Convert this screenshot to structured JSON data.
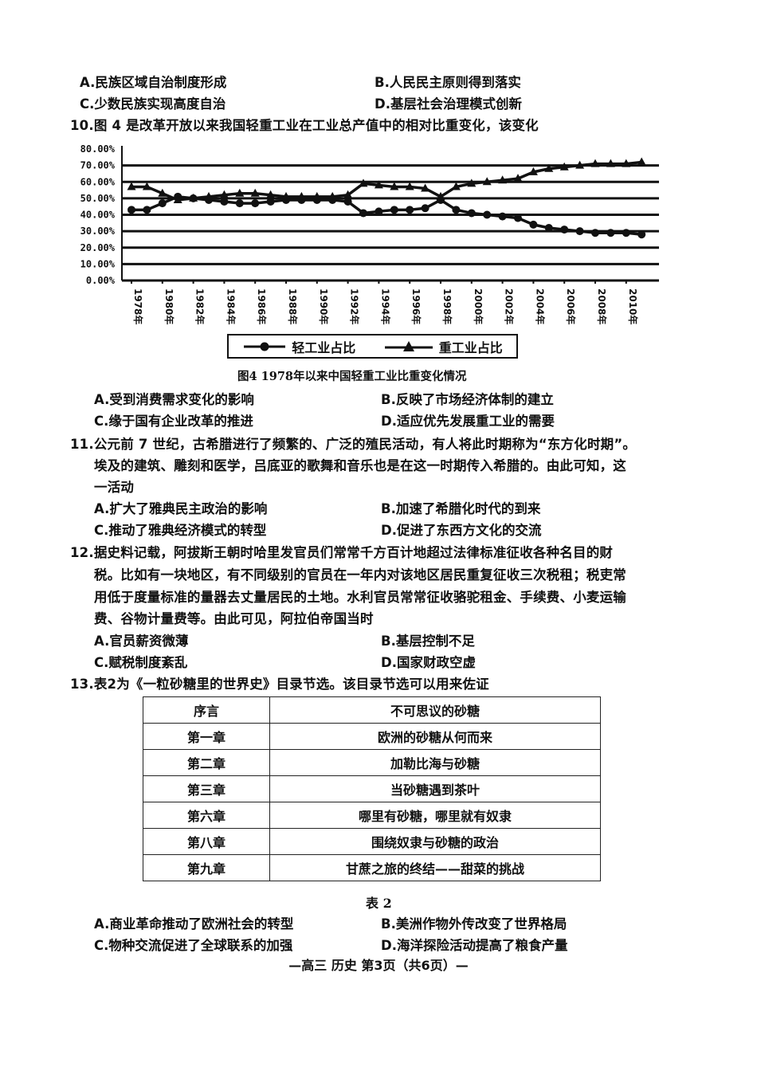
{
  "q9_options": {
    "A": "A.民族区域自治制度形成",
    "B": "B.人民民主原则得到落实",
    "C": "C.少数民族实现高度自治",
    "D": "D.基层社会治理模式创新"
  },
  "q10": {
    "stem": "10.图 4 是改革开放以来我国轻重工业在工业总产值中的相对比重变化，该变化",
    "figure_caption": "图4  1978年以来中国轻重工业比重变化情况",
    "legend": {
      "light": "轻工业占比",
      "heavy": "重工业占比"
    },
    "options": {
      "A": "A.受到消费需求变化的影响",
      "B": "B.反映了市场经济体制的建立",
      "C": "C.缘于国有企业改革的推进",
      "D": "D.适应优先发展重工业的需要"
    }
  },
  "chart_data": {
    "type": "line",
    "title": "图4  1978年以来中国轻重工业比重变化情况",
    "xlabel": "",
    "ylabel": "",
    "ylim": [
      0,
      80
    ],
    "y_ticks": [
      "0.00%",
      "10.00%",
      "20.00%",
      "30.00%",
      "40.00%",
      "50.00%",
      "60.00%",
      "70.00%",
      "80.00%"
    ],
    "x_tick_labels": [
      "1978年",
      "1980年",
      "1982年",
      "1984年",
      "1986年",
      "1988年",
      "1990年",
      "1992年",
      "1994年",
      "1996年",
      "1998年",
      "2000年",
      "2002年",
      "2004年",
      "2006年",
      "2008年",
      "2010年"
    ],
    "grid": true,
    "legend_position": "bottom",
    "x": [
      1978,
      1979,
      1980,
      1981,
      1982,
      1983,
      1984,
      1985,
      1986,
      1987,
      1988,
      1989,
      1990,
      1991,
      1992,
      1993,
      1994,
      1995,
      1996,
      1997,
      1998,
      1999,
      2000,
      2001,
      2002,
      2003,
      2004,
      2005,
      2006,
      2007,
      2008,
      2009,
      2010,
      2011
    ],
    "series": [
      {
        "name": "轻工业占比",
        "marker": "circle",
        "values": [
          43,
          43,
          47,
          51,
          50,
          49,
          48,
          47,
          47,
          48,
          49,
          49,
          49,
          49,
          48,
          41,
          42,
          43,
          43,
          44,
          49,
          43,
          41,
          40,
          39,
          38,
          34,
          32,
          31,
          30,
          29,
          29,
          29,
          28
        ]
      },
      {
        "name": "重工业占比",
        "marker": "triangle",
        "values": [
          57,
          57,
          53,
          49,
          50,
          51,
          52,
          53,
          53,
          52,
          51,
          51,
          51,
          51,
          52,
          59,
          58,
          57,
          57,
          56,
          51,
          57,
          59,
          60,
          61,
          62,
          66,
          68,
          69,
          70,
          71,
          71,
          71,
          72
        ]
      }
    ]
  },
  "q11": {
    "stem_line1": "11.公元前 7 世纪，古希腊进行了频繁的、广泛的殖民活动，有人将此时期称为“东方化时期”。",
    "stem_line2": "埃及的建筑、雕刻和医学，吕底亚的歌舞和音乐也是在这一时期传入希腊的。由此可知，这",
    "stem_line3": "一活动",
    "options": {
      "A": "A.扩大了雅典民主政治的影响",
      "B": "B.加速了希腊化时代的到来",
      "C": "C.推动了雅典经济模式的转型",
      "D": "D.促进了东西方文化的交流"
    }
  },
  "q12": {
    "stem_line1": "12.据史料记载，阿拔斯王朝时哈里发官员们常常千方百计地超过法律标准征收各种名目的财",
    "stem_line2": "税。比如有一块地区，有不同级别的官员在一年内对该地区居民重复征收三次税租；税吏常",
    "stem_line3": "用低于度量标准的量器去丈量居民的土地。水利官员常常征收骆驼租金、手续费、小麦运输",
    "stem_line4": "费、谷物计量费等。由此可见，阿拉伯帝国当时",
    "options": {
      "A": "A.官员薪资微薄",
      "B": "B.基层控制不足",
      "C": "C.赋税制度紊乱",
      "D": "D.国家财政空虚"
    }
  },
  "q13": {
    "stem": "13.表2为《一粒砂糖里的世界史》目录节选。该目录节选可以用来佐证",
    "table_caption": "表 2",
    "table_rows": [
      {
        "chapter": "序言",
        "title": "不可思议的砂糖"
      },
      {
        "chapter": "第一章",
        "title": "欧洲的砂糖从何而来"
      },
      {
        "chapter": "第二章",
        "title": "加勒比海与砂糖"
      },
      {
        "chapter": "第三章",
        "title": "当砂糖遇到茶叶"
      },
      {
        "chapter": "第六章",
        "title": "哪里有砂糖，哪里就有奴隶"
      },
      {
        "chapter": "第八章",
        "title": "围绕奴隶与砂糖的政治"
      },
      {
        "chapter": "第九章",
        "title": "甘蔗之旅的终结——甜菜的挑战"
      }
    ],
    "options": {
      "A": "A.商业革命推动了欧洲社会的转型",
      "B": "B.美洲作物外传改变了世界格局",
      "C": "C.物种交流促进了全球联系的加强",
      "D": "D.海洋探险活动提高了粮食产量"
    }
  },
  "footer": "—高三  历史  第3页（共6页）—"
}
